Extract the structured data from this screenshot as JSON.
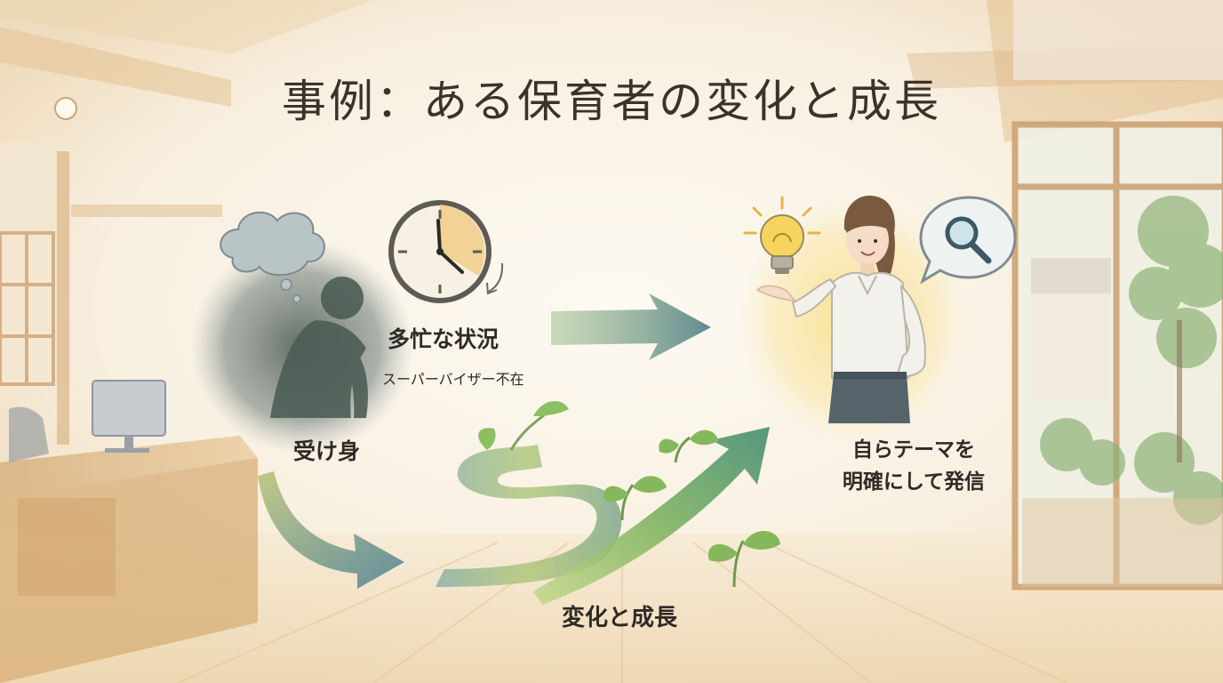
{
  "title": "事例：ある保育者の変化と成長",
  "labels": {
    "busy": "多忙な状況",
    "no_supervisor": "スーパーバイザー不在",
    "passive": "受け身",
    "change_growth": "変化と成長",
    "proactive_line1": "自らテーマを",
    "proactive_line2": "明確にして発信"
  },
  "icons": {
    "clock": "clock-icon",
    "thought_cloud": "thought-cloud-icon",
    "light_bulb": "light-bulb-icon",
    "magnifier": "magnifier-icon",
    "sprout": "sprout-icon",
    "arrow": "arrow-icon"
  },
  "colors": {
    "background": "#fbf6ec",
    "wood": "#e6c79a",
    "dark_figure": "#4f5f55",
    "arrow_blue": "#5f8a92",
    "arrow_green": "#7fae5a",
    "glow_yellow": "#f6dc86",
    "text": "#2f2a25"
  }
}
